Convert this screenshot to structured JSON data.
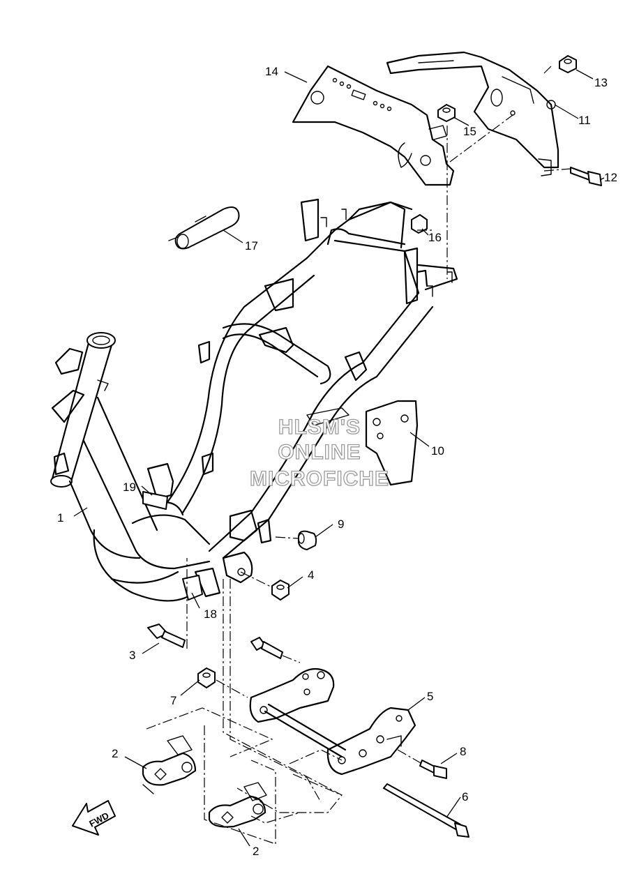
{
  "callouts": {
    "c1": "1",
    "c2a": "2",
    "c2b": "2",
    "c3": "3",
    "c4": "4",
    "c5": "5",
    "c6": "6",
    "c7": "7",
    "c8": "8",
    "c9": "9",
    "c10": "10",
    "c11": "11",
    "c12": "12",
    "c13": "13",
    "c14": "14",
    "c15": "15",
    "c16": "16",
    "c17": "17",
    "c18": "18",
    "c19": "19"
  },
  "watermark": {
    "line1": "HLSM'S",
    "line2": "ONLINE",
    "line3": "MICROFICHE"
  },
  "fwd_label": "FWD",
  "icons": {
    "direction": "fwd-arrow-icon"
  }
}
